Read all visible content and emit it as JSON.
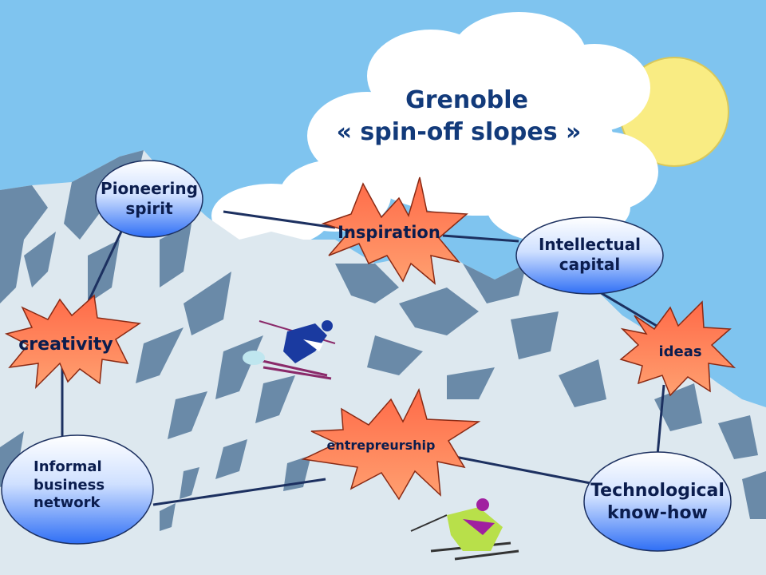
{
  "title": {
    "line1": "Grenoble",
    "line2": "« spin-off slopes »"
  },
  "colors": {
    "sky": "#7fc4ef",
    "cloud": "#ffffff",
    "sun": "#f9ec83",
    "mountain_light": "#dde8ef",
    "mountain_shadow": "#6a8aa8",
    "oval_top": "#ffffff",
    "oval_bottom": "#2f6ff5",
    "star_fill": "#ff7755",
    "star_stroke": "#8a2a14",
    "connector": "#1c3060",
    "text": "#0b1d4e"
  },
  "nodes": {
    "pioneering_spirit": {
      "line1": "Pioneering",
      "line2": "spirit"
    },
    "intellectual_capital": {
      "line1": "Intellectual",
      "line2": "capital"
    },
    "informal_business_network": {
      "line1": "Informal",
      "line2": "business",
      "line3": "network"
    },
    "technological_know_how": {
      "line1": "Technological",
      "line2": "know-how"
    }
  },
  "bursts": {
    "inspiration": "Inspiration",
    "creativity": "creativity",
    "ideas": "ideas",
    "entrepreneurship": "entrepreurship"
  }
}
